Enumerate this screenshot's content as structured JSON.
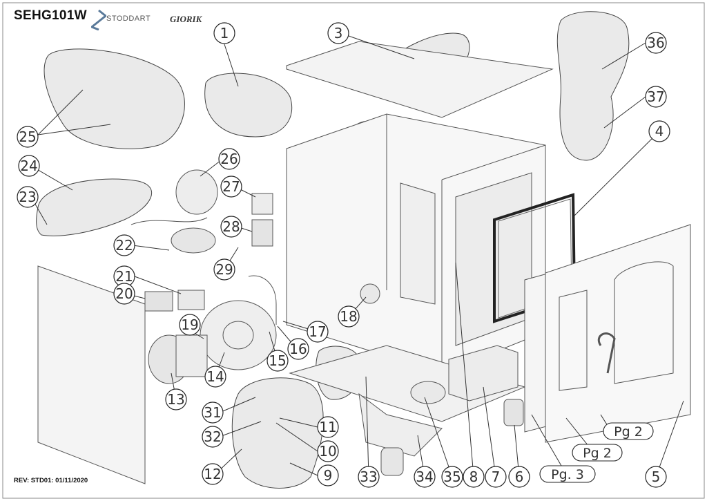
{
  "header": {
    "model": "SEHG101W",
    "brand_primary": "STODDART",
    "brand_secondary": "GIORIK"
  },
  "revision": "REV: STD01: 01/11/2020",
  "callouts": [
    "1",
    "3",
    "36",
    "37",
    "4",
    "25",
    "26",
    "24",
    "27",
    "23",
    "28",
    "22",
    "29",
    "21",
    "20",
    "18",
    "19",
    "17",
    "16",
    "15",
    "14",
    "13",
    "31",
    "11",
    "32",
    "10",
    "12",
    "9",
    "33",
    "34",
    "35",
    "8",
    "7",
    "6",
    "5"
  ],
  "page_refs": [
    "Pg 2",
    "Pg 2",
    "Pg. 3"
  ],
  "colors": {
    "line": "#333333",
    "callout_stroke": "#222222",
    "bubble_fill": "#e9e9e9"
  }
}
